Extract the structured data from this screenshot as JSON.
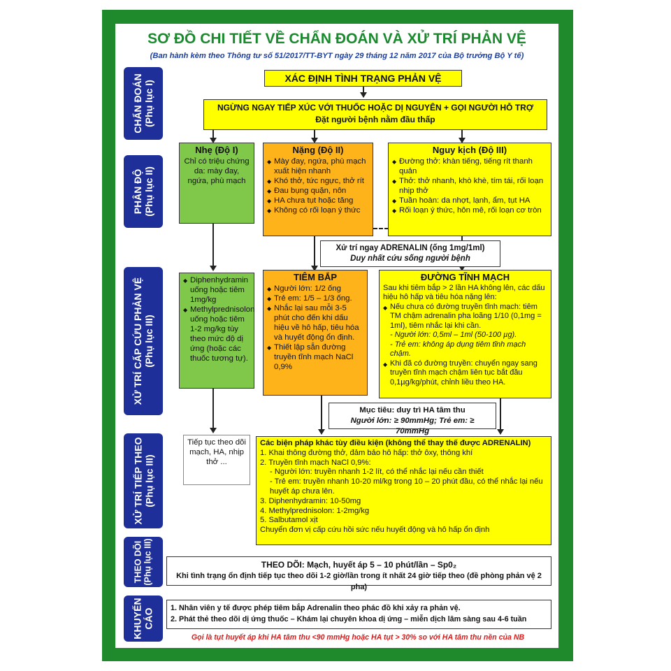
{
  "title": "SƠ ĐỒ CHI TIẾT VỀ CHẨN ĐOÁN VÀ XỬ TRÍ PHẢN VỆ",
  "subtitle": "(Ban hành kèm theo Thông tư số 51/2017/TT-BYT ngày 29 tháng 12 năm 2017 của Bộ trưởng Bộ Y tế)",
  "sidebar": {
    "chan_doan": [
      "CHẨN ĐOÁN",
      "(Phụ lục I)"
    ],
    "phan_do": [
      "PHÂN ĐỘ",
      "(Phụ lục II)"
    ],
    "xu_tri_cap_cuu": [
      "XỬ TRÍ CẤP CỨU PHẢN VỆ",
      "(Phụ lục III)"
    ],
    "xu_tri_tiep": [
      "XỬ TRÍ TIẾP THEO",
      "(Phụ lục III)"
    ],
    "theo_doi": [
      "THEO DÕI",
      "(Phụ lục III)"
    ],
    "khuyen_cao": [
      "KHUYẾN",
      "CÁO"
    ]
  },
  "diagnose": "XÁC ĐỊNH TÌNH TRẠNG PHẢN VỆ",
  "stop": {
    "line1": "NGỪNG NGAY TIẾP XÚC VỚI THUỐC HOẶC DỊ NGUYÊN + GỌI NGƯỜI HỖ TRỢ",
    "line2": "Đặt người bệnh nằm đầu thấp"
  },
  "mild": {
    "title": "Nhẹ (Độ I)",
    "text": "Chỉ có triệu chứng da: mày đay, ngứa, phù mạch"
  },
  "severe": {
    "title": "Nặng (Độ II)",
    "items": [
      "Mày đay, ngứa, phù mạch xuất hiện nhanh",
      "Khó thở, tức ngực, thở rít",
      "Đau bụng quặn, nôn",
      "HA chưa tụt hoặc tăng",
      "Không có rối loạn ý thức"
    ]
  },
  "critical": {
    "title": "Nguy kịch (Độ III)",
    "items": [
      "Đường thở: khàn tiếng, tiếng rít thanh quản",
      "Thở: thở nhanh, khò khè, tím tái, rối loạn nhịp thở",
      "Tuần hoàn: da nhợt, lạnh, ẩm, tụt HA",
      "Rối loạn ý thức, hôn mê, rối loạn cơ tròn"
    ]
  },
  "adrenalin": {
    "line1": "Xử trí ngay ADRENALIN (ống 1mg/1ml)",
    "line2": "Duy nhất cứu sống người bệnh"
  },
  "mild_treat": {
    "items": [
      "Diphenhydramin uống hoặc tiêm 1mg/kg",
      "Methylprednisolon uống hoặc tiêm 1-2 mg/kg tùy theo mức độ dị ứng (hoặc các thuốc tương tự)."
    ]
  },
  "im": {
    "title": "TIÊM BẮP",
    "items": [
      "Người lớn: 1/2 ống",
      "Trẻ em: 1/5 – 1/3 ống.",
      "Nhắc lại sau mỗi 3-5 phút cho đến khi dấu hiệu về hô hấp, tiêu hóa và huyết động ổn định.",
      "Thiết lập sẵn đường truyền tĩnh mạch NaCl 0,9%"
    ]
  },
  "iv": {
    "title": "ĐƯỜNG TĨNH MẠCH",
    "intro": "Sau khi tiêm bắp > 2 lần HA không lên, các dấu hiệu hô hấp và tiêu hóa nặng lên:",
    "item1": "Nếu chưa có đường truyền tĩnh mạch: tiêm TM chậm adrenalin pha loãng 1/10 (0,1mg = 1ml), tiêm nhắc lại khi cần.",
    "adult": "- Người lớn: 0,5ml – 1ml (50-100 µg).",
    "child": "- Trẻ em: không áp dụng tiêm tĩnh mạch chậm.",
    "item2": "Khi đã có đường truyền: chuyển ngay sang truyền tĩnh mạch chậm liên tục bắt đầu 0,1µg/kg/phút, chỉnh liều theo HA."
  },
  "goal": {
    "line1": "Mục tiêu: duy trì HA tâm thu",
    "line2": "Người lớn: ≥ 90mmHg; Trẻ em: ≥ 70mmHg"
  },
  "continue_mild": "Tiếp tục theo dõi mạch, HA, nhịp thở ...",
  "other": {
    "title": "Các biện pháp khác tùy điều kiện (không thể thay thế được ADRENALIN)",
    "l1": "1.  Khai thông đường thở, đảm bảo hô hấp: thở ôxy, thông khí",
    "l2": "2.  Truyền tĩnh mạch NaCl 0,9%:",
    "l2a": "- Người lớn: truyền nhanh 1-2 lít, có thể nhắc lại nếu cần thiết",
    "l2b": "- Trẻ em: truyền nhanh 10-20 ml/kg trong 10 – 20 phút đầu, có thể nhắc lại nếu huyết áp chưa lên.",
    "l3": "3.  Diphenhydramin: 10-50mg",
    "l4": "4.  Methylprednisolon: 1-2mg/kg",
    "l5": "5.  Salbutamol xịt",
    "l6": "Chuyển đơn vị cấp cứu hồi sức nếu huyết động và hô hấp ổn định"
  },
  "monitor": {
    "line1": "THEO DÕI: Mạch, huyết áp 5 – 10 phút/lần – Sp0₂",
    "line2": "Khi tình trạng ổn định tiếp tục theo dõi 1-2 giờ/lần trong ít nhất 24 giờ tiếp theo (đề phòng phản vệ 2 pha)"
  },
  "advice": {
    "l1": "1. Nhân viên y tế được phép tiêm bắp Adrenalin theo phác đồ khi xảy ra phản vệ.",
    "l2": "2. Phát thẻ theo dõi dị ứng thuốc – Khám lại chuyên khoa dị ứng – miễn dịch lâm sàng sau 4-6 tuần"
  },
  "footnote": "Gọi là tụt huyết áp khi HA tâm thu <90 mmHg hoặc HA tụt > 30% so với HA tâm thu nền của NB",
  "colors": {
    "frame": "#1f8a2b",
    "sidebar": "#1f2f9a",
    "yellow": "#ffff00",
    "orange": "#ffb31a",
    "green": "#7fc84a",
    "footnote": "#d81b1b"
  }
}
